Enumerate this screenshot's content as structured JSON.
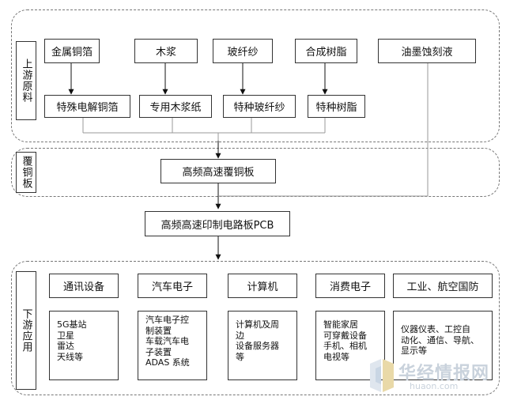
{
  "upstream": {
    "label": "上游原料",
    "materials": [
      "金属铜箔",
      "木浆",
      "玻纤纱",
      "合成树脂",
      "油墨蚀刻液"
    ],
    "processed": [
      "特殊电解铜箔",
      "专用木浆纸",
      "特种玻纤纱",
      "特种树脂"
    ]
  },
  "ccl": {
    "label": "覆铜板",
    "product": "高频高速覆铜板"
  },
  "pcb": {
    "product": "高频高速印制电路板PCB"
  },
  "downstream": {
    "label": "下游应用",
    "categories": [
      {
        "name": "通讯设备",
        "items": [
          "5G基站",
          "卫星",
          "雷达",
          "天线等"
        ]
      },
      {
        "name": "汽车电子",
        "items": [
          "汽车电子控",
          "制装置",
          "车载汽车电",
          "子装置",
          "ADAS 系统"
        ]
      },
      {
        "name": "计算机",
        "items": [
          "计算机及周",
          "边",
          "设备服务器",
          "等"
        ]
      },
      {
        "name": "消费电子",
        "items": [
          "智能家居",
          "可穿戴设备",
          "手机、相机",
          "电视等"
        ]
      },
      {
        "name": "工业、航空国防",
        "items": [
          "仪器仪表、工控自",
          "动化、通信、导航、",
          "显示等"
        ]
      }
    ]
  },
  "watermark": {
    "text": "华经情报网",
    "url": "huaon.com"
  }
}
